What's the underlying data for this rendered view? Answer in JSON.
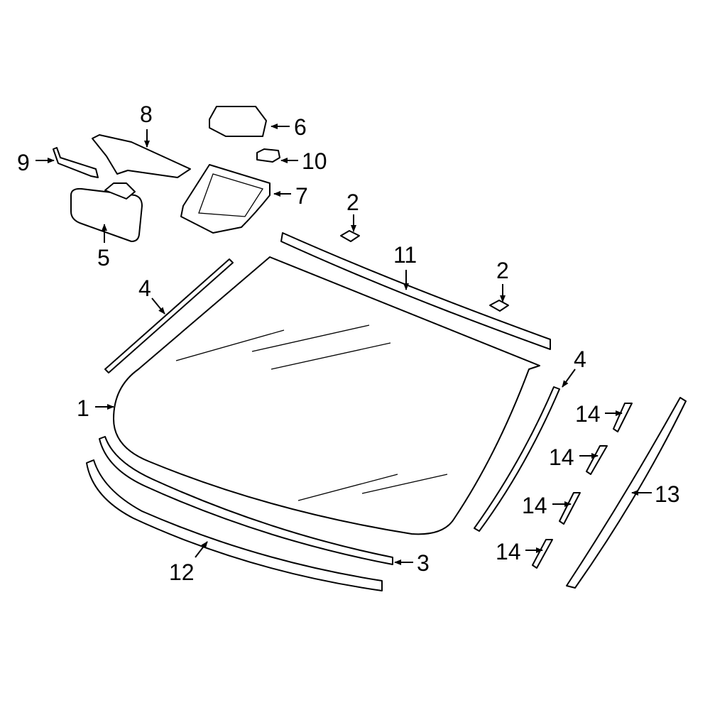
{
  "diagram": {
    "title": "Windshield and related parts",
    "callouts": [
      "1",
      "2",
      "2",
      "3",
      "4",
      "4",
      "5",
      "6",
      "7",
      "8",
      "9",
      "10",
      "11",
      "12",
      "13",
      "14",
      "14",
      "14",
      "14"
    ]
  }
}
